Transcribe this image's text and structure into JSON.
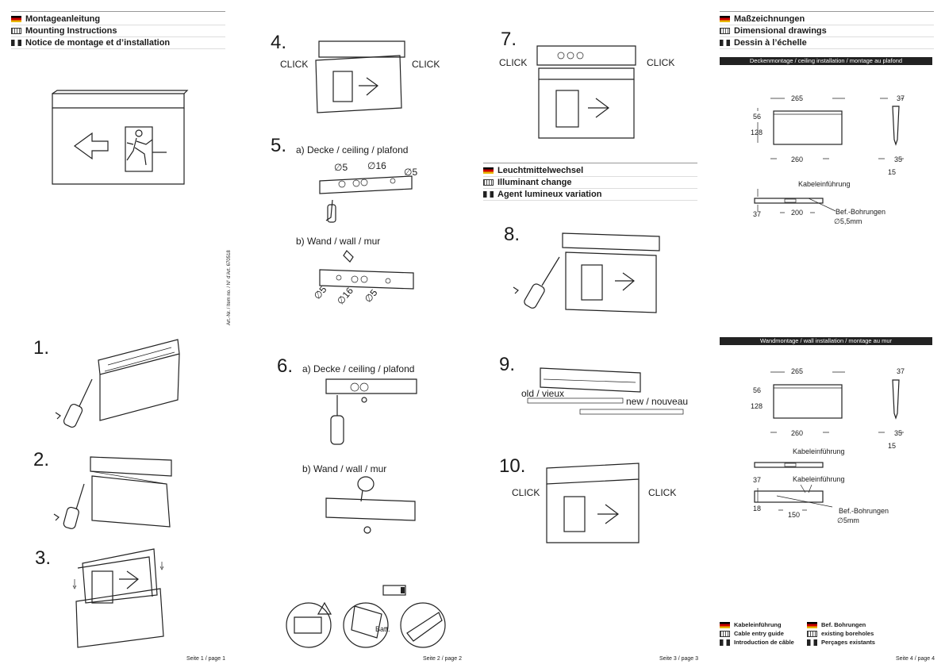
{
  "page1": {
    "header": {
      "de": "Montageanleitung",
      "en": "Mounting Instructions",
      "fr": "Notice de montage et d’installation"
    },
    "art_no": "Art.-Nr. / Item no. / N° d’Art. 670518",
    "steps": [
      "1.",
      "2.",
      "3."
    ],
    "footer": "Seite 1 / page 1"
  },
  "page2": {
    "steps": [
      "4.",
      "5.",
      "6."
    ],
    "click": "CLICK",
    "step5a": "a)  Decke / ceiling / plafond",
    "step5b": "b)  Wand / wall / mur",
    "step6a": "a)  Decke / ceiling / plafond",
    "step6b": "b)  Wand / wall / mur",
    "d5": "∅5",
    "d16": "∅16",
    "batt": "Batt.",
    "footer": "Seite 2 / page 2"
  },
  "page3": {
    "steps": [
      "7.",
      "8.",
      "9.",
      "10."
    ],
    "click": "CLICK",
    "header": {
      "de": "Leuchtmittelwechsel",
      "en": "Illuminant change",
      "fr": "Agent lumineux variation"
    },
    "old": "old / vieux",
    "new": "new / nouveau",
    "footer": "Seite 3 / page 3"
  },
  "page4": {
    "header": {
      "de": "Maßzeichnungen",
      "en": "Dimensional drawings",
      "fr": "Dessin à l’échelle"
    },
    "ceiling_bar": "Deckenmontage / ceiling installation / montage au plafond",
    "wall_bar": "Wandmontage / wall installation / montage au mur",
    "ceiling": {
      "w265": "265",
      "w260": "260",
      "h56": "56",
      "h128": "128",
      "d37": "37",
      "d35": "35",
      "d15": "15",
      "cable": "Kabeleinführung",
      "h37": "37",
      "w200": "200",
      "holes": "Bef.-Bohrungen",
      "holes_d": "∅5,5mm"
    },
    "wall": {
      "w265": "265",
      "w260": "260",
      "h56": "56",
      "h128": "128",
      "d37": "37",
      "d35": "35",
      "d15": "15",
      "cable1": "Kabeleinführung",
      "h37": "37",
      "cable2": "Kabeleinführung",
      "h18": "18",
      "holes": "Bef.-Bohrungen",
      "holes_d": "∅5mm",
      "w150": "150"
    },
    "legend": {
      "left": {
        "de": "Kabeleinführung",
        "en": "Cable entry guide",
        "fr": "Introduction de câble"
      },
      "right": {
        "de": "Bef. Bohrungen",
        "en": "existing boreholes",
        "fr": "Perçages existants"
      }
    },
    "footer": "Seite 4 / page 4"
  }
}
